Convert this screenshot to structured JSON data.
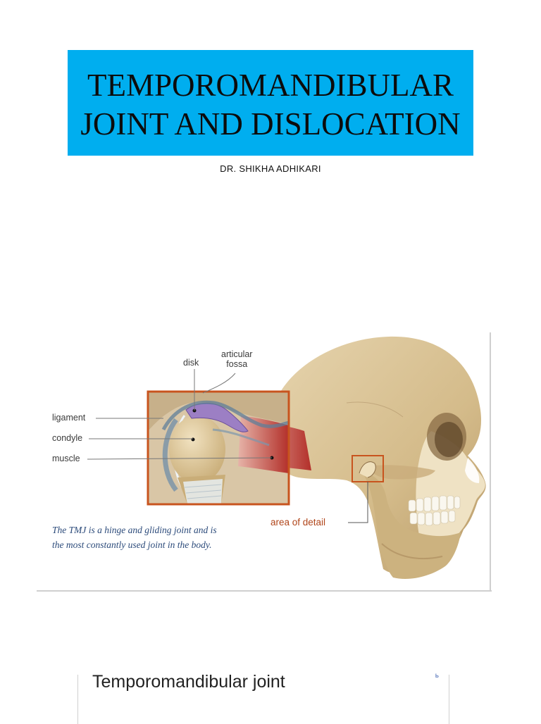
{
  "title": {
    "line1": "TEMPOROMANDIBULAR",
    "line2": "JOINT AND DISLOCATION"
  },
  "author": "DR. SHIKHA ADHIKARI",
  "figure": {
    "labels": {
      "disk": "disk",
      "articular_fossa_line1": "articular",
      "articular_fossa_line2": "fossa",
      "ligament": "ligament",
      "condyle": "condyle",
      "muscle": "muscle",
      "area_of_detail": "area of detail"
    },
    "caption_line1": "The TMJ is a hinge and gliding joint and is",
    "caption_line2": "the most constantly used joint in the body."
  },
  "next_slide": {
    "title": "Temporomandibular joint",
    "corner_mark": "ь"
  },
  "colors": {
    "title_bg": "#00aeef",
    "detail_border": "#c8541e",
    "bone": "#d9c49a",
    "muscle": "#b8332d",
    "disk": "#9c7fc4"
  }
}
